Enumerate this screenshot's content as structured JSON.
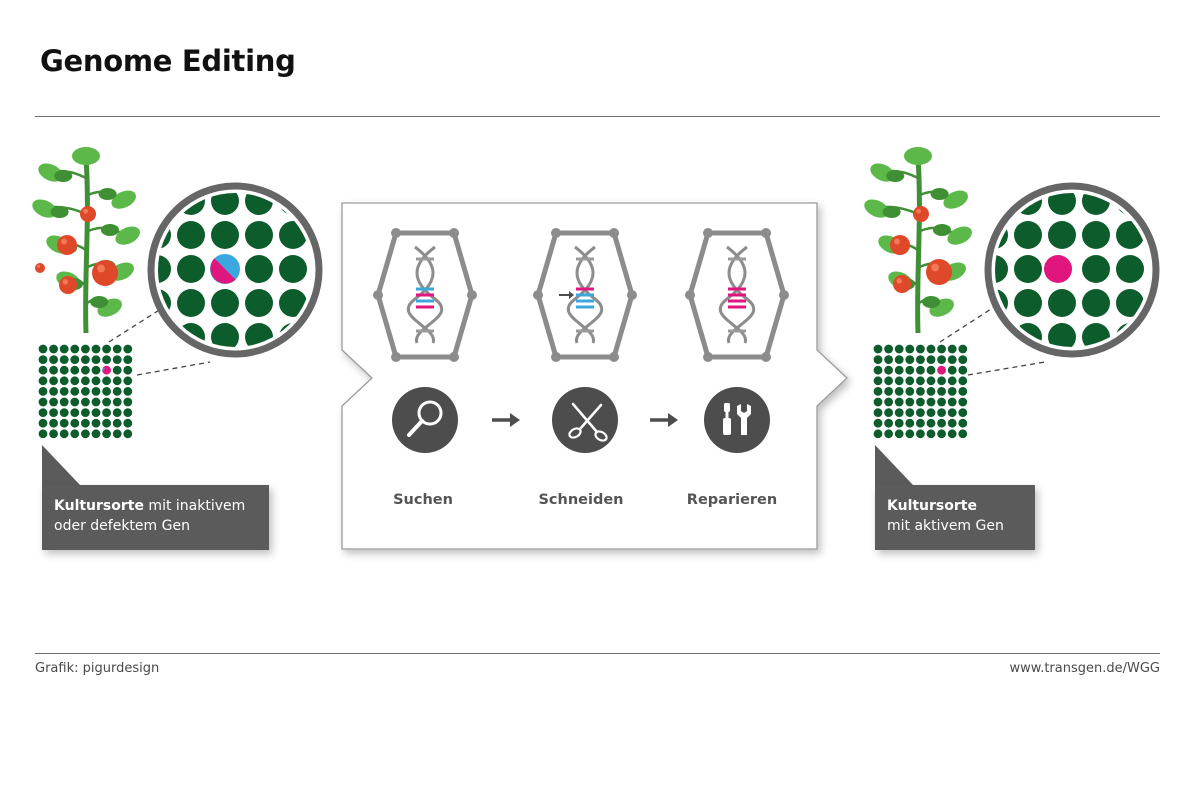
{
  "title": "Genome Editing",
  "left_callout": {
    "bold": "Kultursorte",
    "rest_line1": " mit inaktivem",
    "line2": "oder defektem Gen"
  },
  "right_callout": {
    "bold": "Kultursorte",
    "line2": "mit aktivem Gen"
  },
  "steps": [
    {
      "label": "Suchen",
      "icon": "magnifier-icon"
    },
    {
      "label": "Schneiden",
      "icon": "scissors-icon"
    },
    {
      "label": "Reparieren",
      "icon": "screwdriver-wrench-icon"
    }
  ],
  "footer": {
    "credit": "Grafik: pigurdesign",
    "url": "www.transgen.de/WGG"
  },
  "colors": {
    "cell_green": "#0d5c2c",
    "gene_magenta": "#e0157e",
    "gene_cyan": "#3aa8de",
    "frame_grey": "#8c8c8c",
    "callout_grey": "#5b5b5b",
    "icon_dark": "#4d4d4d"
  }
}
